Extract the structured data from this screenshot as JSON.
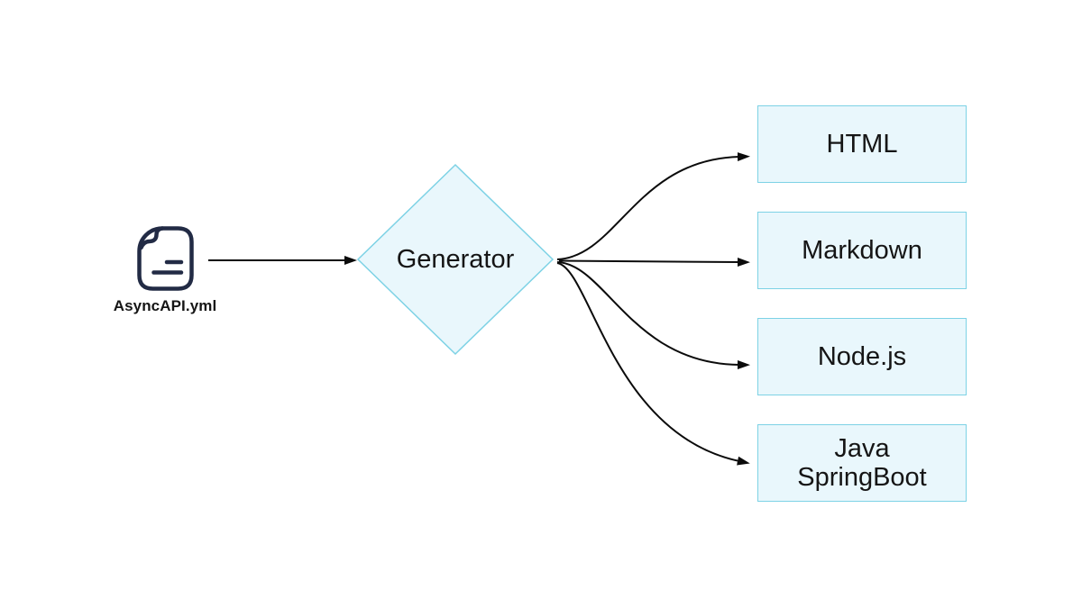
{
  "diagram": {
    "source": {
      "label": "AsyncAPI.yml",
      "icon": "file-icon"
    },
    "generator": {
      "label": "Generator",
      "shape": "diamond"
    },
    "outputs": [
      {
        "id": "html",
        "label": "HTML"
      },
      {
        "id": "markdown",
        "label": "Markdown"
      },
      {
        "id": "nodejs",
        "label": "Node.js"
      },
      {
        "id": "java-springboot",
        "label": "Java\nSpringBoot"
      }
    ],
    "colors": {
      "node_fill": "#e9f7fc",
      "node_border": "#7dd2e5",
      "arrow": "#0b0b0b",
      "icon_stroke": "#222b45",
      "text": "#151515",
      "background": "#ffffff"
    }
  }
}
